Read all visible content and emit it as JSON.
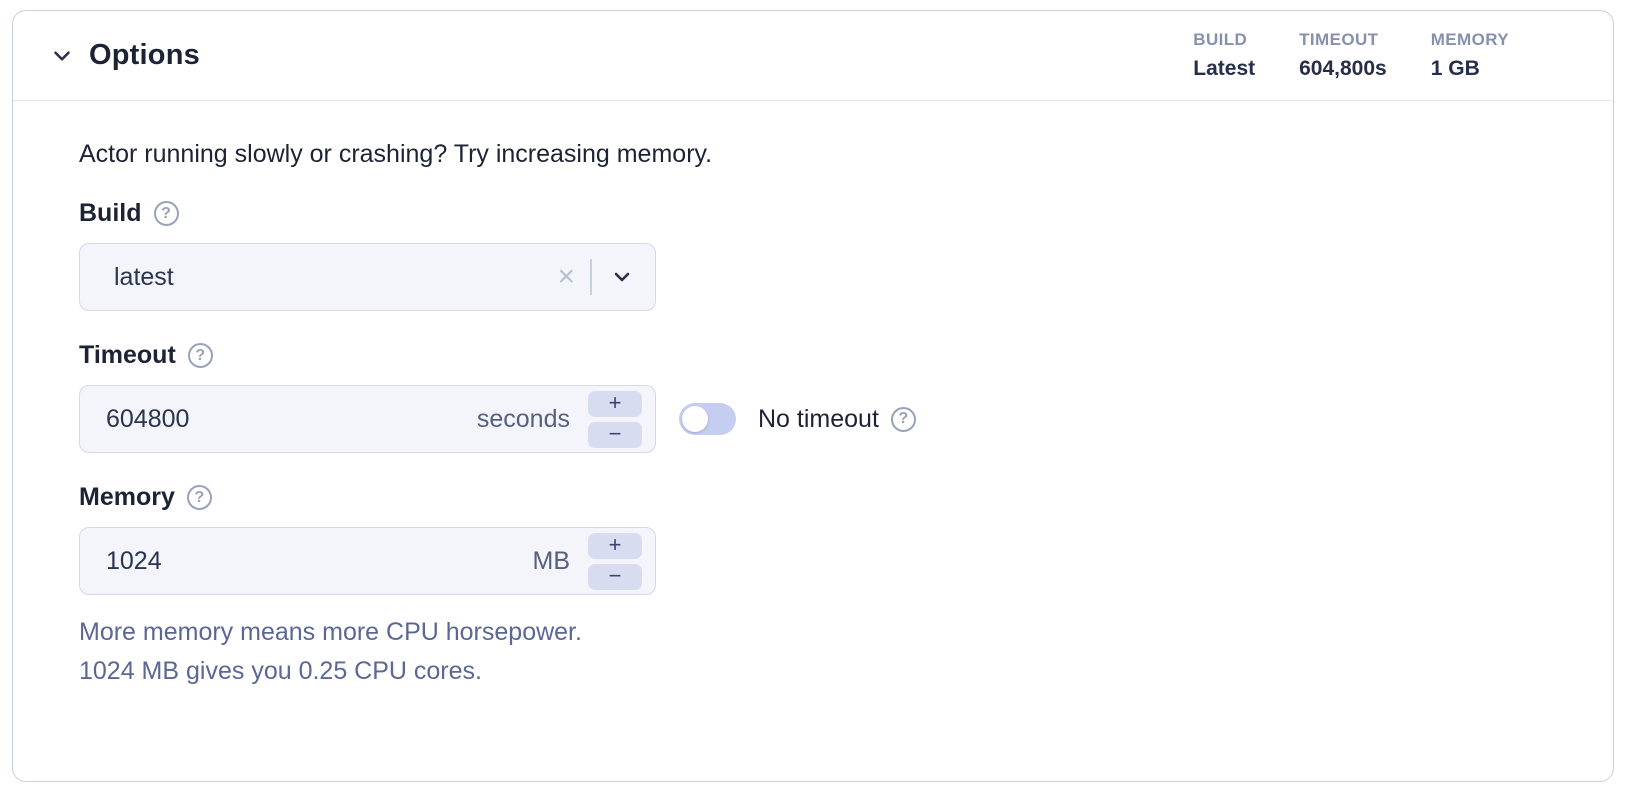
{
  "panel": {
    "title": "Options",
    "summary": [
      {
        "label": "BUILD",
        "value": "Latest"
      },
      {
        "label": "TIMEOUT",
        "value": "604,800s"
      },
      {
        "label": "MEMORY",
        "value": "1 GB"
      }
    ],
    "intro": "Actor running slowly or crashing? Try increasing memory.",
    "build": {
      "label": "Build",
      "value": "latest"
    },
    "timeout": {
      "label": "Timeout",
      "value": "604800",
      "unit": "seconds",
      "toggle_label": "No timeout"
    },
    "memory": {
      "label": "Memory",
      "value": "1024",
      "unit": "MB"
    },
    "memory_help": [
      "More memory means more CPU horsepower.",
      "1024 MB gives you 0.25 CPU cores."
    ],
    "icons": {
      "plus": "+",
      "minus": "−",
      "clear": "×",
      "help": "?"
    }
  },
  "colors": {
    "card_border": "#c9cfdd",
    "input_bg": "#f4f5fb",
    "input_border": "#d4d8ea",
    "stepper_bg": "#d7dcf1",
    "toggle_bg": "#c5cdf0",
    "text_dark": "#1c2335",
    "muted_label": "#8691ae",
    "helper_text": "#5b6794"
  }
}
